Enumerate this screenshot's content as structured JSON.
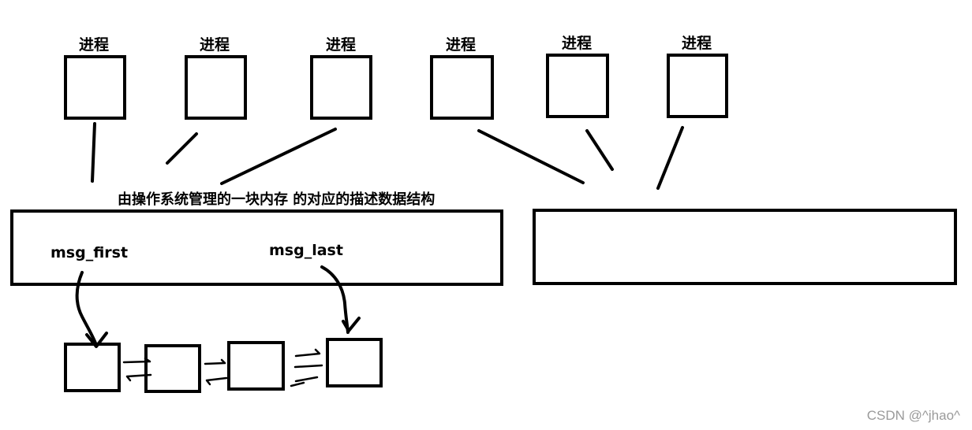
{
  "processes": [
    {
      "label": "进程"
    },
    {
      "label": "进程"
    },
    {
      "label": "进程"
    },
    {
      "label": "进程"
    },
    {
      "label": "进程"
    },
    {
      "label": "进程"
    }
  ],
  "kernel_struct": {
    "title": "由操作系统管理的一块内存 的对应的描述数据结构",
    "msg_first": "msg_first",
    "msg_last": "msg_last"
  },
  "message_queue": {
    "node_count": 4
  },
  "watermark": "CSDN @^jhao^",
  "colors": {
    "ink": "#000000",
    "background": "#ffffff",
    "watermark": "#9a9a9a"
  }
}
